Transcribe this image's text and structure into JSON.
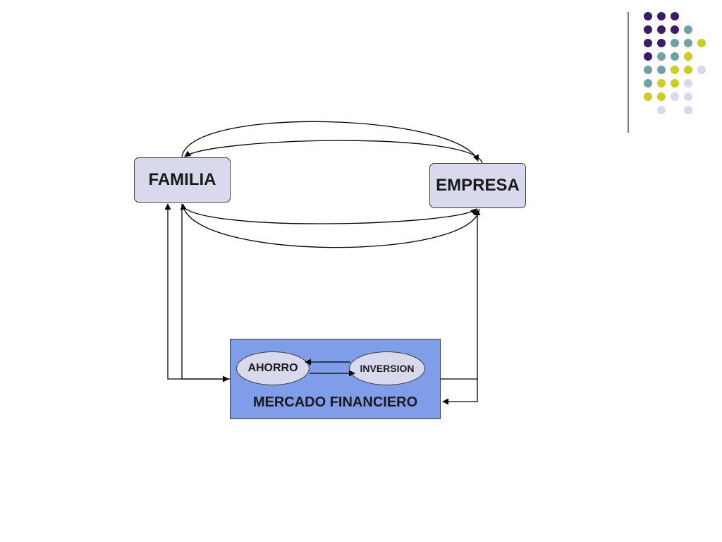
{
  "nodes": {
    "familia": "FAMILIA",
    "empresa": "EMPRESA",
    "mercado": "MERCADO FINANCIERO",
    "ahorro": "AHORRO",
    "inversion": "INVERSION"
  },
  "colors": {
    "node_fill": "#d9d9ee",
    "market_fill": "#7f9de8",
    "dot_palette": [
      "#3d1a6b",
      "#6fa3a3",
      "#cccc22",
      "#d9d9ee"
    ]
  }
}
